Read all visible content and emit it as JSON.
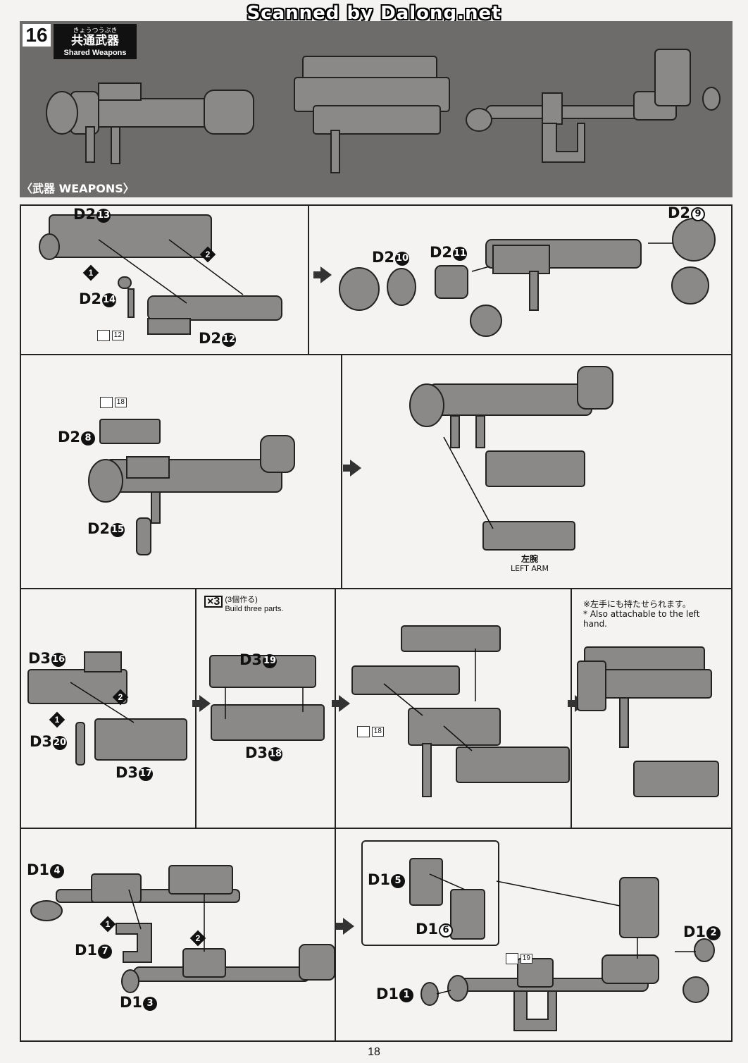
{
  "scan_credit": "Scanned by Dalong.net",
  "step": {
    "number": "16",
    "title_ruby": "きょうつうぶき",
    "title_jp": "共通武器",
    "title_en": "Shared Weapons",
    "section_label": "〈武器 WEAPONS〉"
  },
  "panel1": {
    "parts": {
      "p13": "D2",
      "n13": "13",
      "p14": "D2",
      "n14": "14",
      "p12": "D2",
      "n12": "12",
      "p10": "D2",
      "n10": "10",
      "p11": "D2",
      "n11": "11",
      "p9": "D2",
      "n9": "9"
    },
    "sticker": "12",
    "markers": [
      "1",
      "2"
    ]
  },
  "panel2": {
    "parts": {
      "p8": "D2",
      "n8": "8",
      "p15": "D2",
      "n15": "15"
    },
    "sticker": "18",
    "left_arm_jp": "左腕",
    "left_arm_en": "LEFT ARM"
  },
  "panel3": {
    "parts": {
      "p16": "D3",
      "n16": "16",
      "p20": "D3",
      "n20": "20",
      "p17": "D3",
      "n17": "17",
      "p19": "D3",
      "n19": "19",
      "p18": "D3",
      "n18": "18"
    },
    "times": "×3",
    "build_jp": "(3個作る)",
    "build_en": "Build three parts.",
    "sticker": "18",
    "note_jp": "※左手にも持たせられます。",
    "note_en": "* Also attachable to the left hand.",
    "markers": [
      "1",
      "2"
    ]
  },
  "panel4": {
    "parts": {
      "p4": "D1",
      "n4": "4",
      "p7": "D1",
      "n7": "7",
      "p3": "D1",
      "n3": "3",
      "p5": "D1",
      "n5": "5",
      "p6": "D1",
      "n6": "6",
      "p2": "D1",
      "n2": "2",
      "p1": "D1",
      "n1": "1"
    },
    "sticker": "19",
    "markers": [
      "1",
      "2"
    ]
  },
  "page_number": "18",
  "colors": {
    "band": "#6d6c6b",
    "part": "#8a8988",
    "ink": "#111111",
    "paper": "#f4f3f1"
  }
}
